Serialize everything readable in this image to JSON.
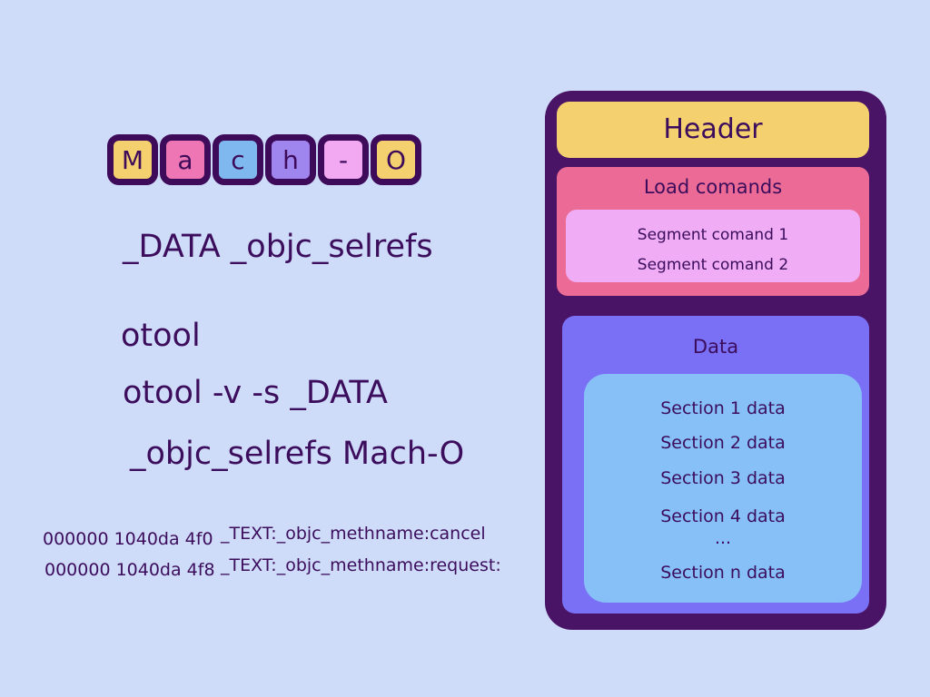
{
  "title_tiles": [
    {
      "char": "M",
      "color": "#f5d06e"
    },
    {
      "char": "a",
      "color": "#ef76b4"
    },
    {
      "char": "c",
      "color": "#7fb8ef"
    },
    {
      "char": "h",
      "color": "#9f86ef"
    },
    {
      "char": "-",
      "color": "#f3a8f2"
    },
    {
      "char": "O",
      "color": "#f5d06e"
    }
  ],
  "notes": {
    "line1": "_DATA _objc_selrefs",
    "line2": "otool",
    "line3": "otool -v -s _DATA",
    "line4": "_objc_selrefs Mach-O",
    "row1_addr": "000000 1040da 4f0",
    "row1_text": "_TEXT:_objc_methname:cancel",
    "row2_addr": "000000 1040da 4f8",
    "row2_text": "_TEXT:_objc_methname:request:"
  },
  "macho": {
    "header": "Header",
    "load_commands": "Load comands",
    "segments": [
      "Segment comand 1",
      "Segment comand 2"
    ],
    "data": "Data",
    "sections": [
      "Section 1 data",
      "Section 2 data",
      "Section 3 data",
      "Section 4 data",
      "...",
      "Section n data"
    ]
  },
  "colors": {
    "background": "#cfdcf9",
    "outline": "#4a1466",
    "header": "#f5d06e",
    "load_commands": "#ec6b96",
    "segments": "#f0adf5",
    "data": "#7a70f5",
    "sections": "#86c0f7",
    "text": "#3b0d5c"
  }
}
